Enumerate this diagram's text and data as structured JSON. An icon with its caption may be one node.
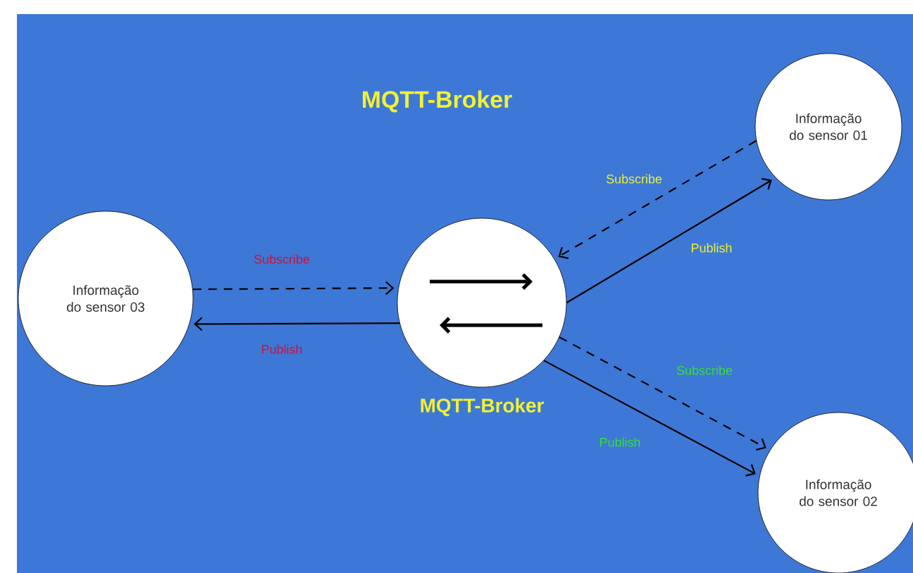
{
  "diagram": {
    "title": "MQTT-Broker",
    "nodes": [
      {
        "text": [
          "Informação do sensor 01"
        ]
      },
      {
        "text": [
          "Informação do sensor 03"
        ]
      },
      {
        "text": [],
        "shape": "circle",
        "beside": [
          "MQTT-Broker"
        ]
      },
      {
        "text": [
          "Informação do sensor 02"
        ]
      }
    ],
    "edges": [
      {
        "from": 1,
        "to": 2,
        "arrow": "to",
        "style": "dashed",
        "label": "Subscribe"
      },
      {
        "from": 2,
        "to": 1,
        "arrow": "to",
        "label": "Publish"
      },
      {
        "from": 0,
        "to": 2,
        "arrow": "to",
        "style": "dashed",
        "label": "Subscribe"
      },
      {
        "from": 2,
        "to": 0,
        "arrow": "to",
        "label": "Publish"
      },
      {
        "from": 2,
        "to": 3,
        "arrow": "to",
        "style": "dashed",
        "label": "Subscribe"
      },
      {
        "from": 2,
        "to": 3,
        "arrow": "to",
        "label": "Publish"
      }
    ]
  }
}
